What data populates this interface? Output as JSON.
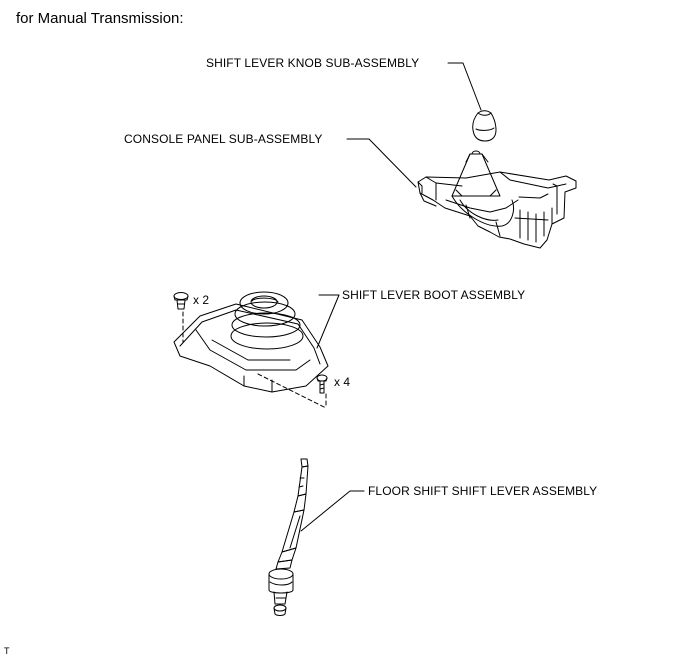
{
  "heading": "for Manual Transmission:",
  "parts": {
    "knob": {
      "label": "SHIFT LEVER KNOB SUB-ASSEMBLY",
      "icon": "shift-knob-illustration"
    },
    "console": {
      "label": "CONSOLE PANEL SUB-ASSEMBLY",
      "icon": "console-panel-illustration"
    },
    "boot": {
      "label": "SHIFT LEVER BOOT ASSEMBLY",
      "icon": "shift-boot-illustration"
    },
    "lever": {
      "label": "FLOOR SHIFT SHIFT LEVER ASSEMBLY",
      "icon": "shift-lever-illustration"
    }
  },
  "fasteners": {
    "clip": {
      "qty": "x 2",
      "icon": "clip-icon"
    },
    "screw": {
      "qty": "x 4",
      "icon": "screw-icon"
    }
  },
  "corner_mark": "T"
}
